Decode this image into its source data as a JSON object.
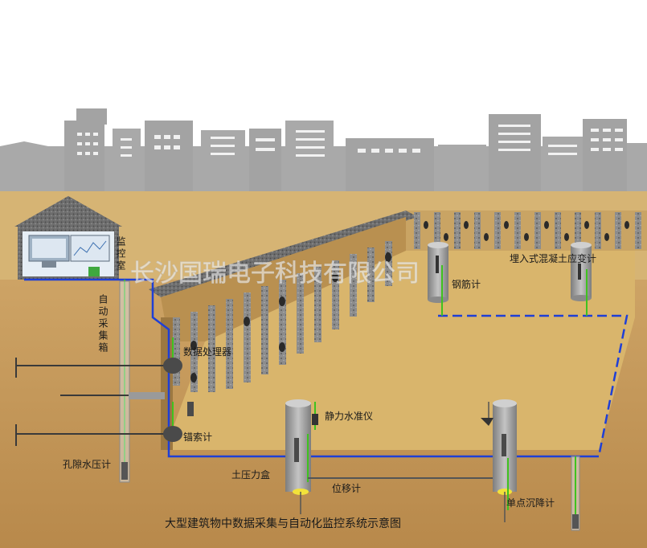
{
  "diagram": {
    "title": "大型建筑物中数据采集与自动化监控系统示意图",
    "watermark": "长沙国瑞电子科技有限公司",
    "labels": {
      "monitor_room": "监控室",
      "auto_collection_box": "自动采集箱",
      "data_processor": "数据处理器",
      "anchor_cable_meter": "锚索计",
      "pore_water_pressure_meter": "孔隙水压计",
      "rebar_meter": "钢筋计",
      "embedded_concrete_strain_gauge": "埋入式混凝土应变计",
      "static_level": "静力水准仪",
      "earth_pressure_cell": "土压力盒",
      "displacement_meter": "位移计",
      "single_point_settlement_meter": "单点沉降计"
    },
    "colors": {
      "sky": "#ffffff",
      "city": "#a9a9a9",
      "ground": "#c8a063",
      "ground_dark": "#b88d4e",
      "pit_floor": "#d9b56c",
      "wall": "#7a7a7a",
      "cable": "#1f3fd6",
      "sensor_wire": "#3fc21f"
    }
  }
}
